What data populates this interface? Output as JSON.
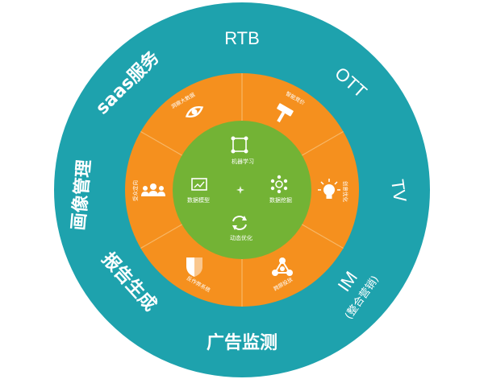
{
  "colors": {
    "outer_ring": "#1ea2ad",
    "outer_ring_dark": "#178f99",
    "middle_ring": "#f5901e",
    "inner_circle": "#73b335",
    "divider": "#f7b766",
    "text_light": "#ffffff"
  },
  "outer_ring": {
    "labels": {
      "rtb": "RTB",
      "ott": "OTT",
      "tv": "TV",
      "im": "IM",
      "im_sub": "(整合营销)",
      "ad_monitor": "广告监测",
      "report": "报告生成",
      "profile": "画像管理",
      "saas": "saas服务"
    }
  },
  "middle_ring": {
    "segments": [
      {
        "icon": "eye-icon",
        "label": "洞察大数据"
      },
      {
        "icon": "gavel-icon",
        "label": "智能竞价"
      },
      {
        "icon": "lightbulb-icon",
        "label": "创意优化"
      },
      {
        "icon": "network-icon",
        "label": "跨屏投放"
      },
      {
        "icon": "shield-icon",
        "label": "反作弊系统"
      },
      {
        "icon": "people-icon",
        "label": "受众定向"
      }
    ]
  },
  "inner_circle": {
    "center_icon": "sparkle-icon",
    "items": [
      {
        "icon": "graph-icon",
        "label": "机器学习"
      },
      {
        "icon": "dashboard-icon",
        "label": "数据模型"
      },
      {
        "icon": "hub-icon",
        "label": "数据挖掘"
      },
      {
        "icon": "refresh-icon",
        "label": "动态优化"
      }
    ]
  }
}
